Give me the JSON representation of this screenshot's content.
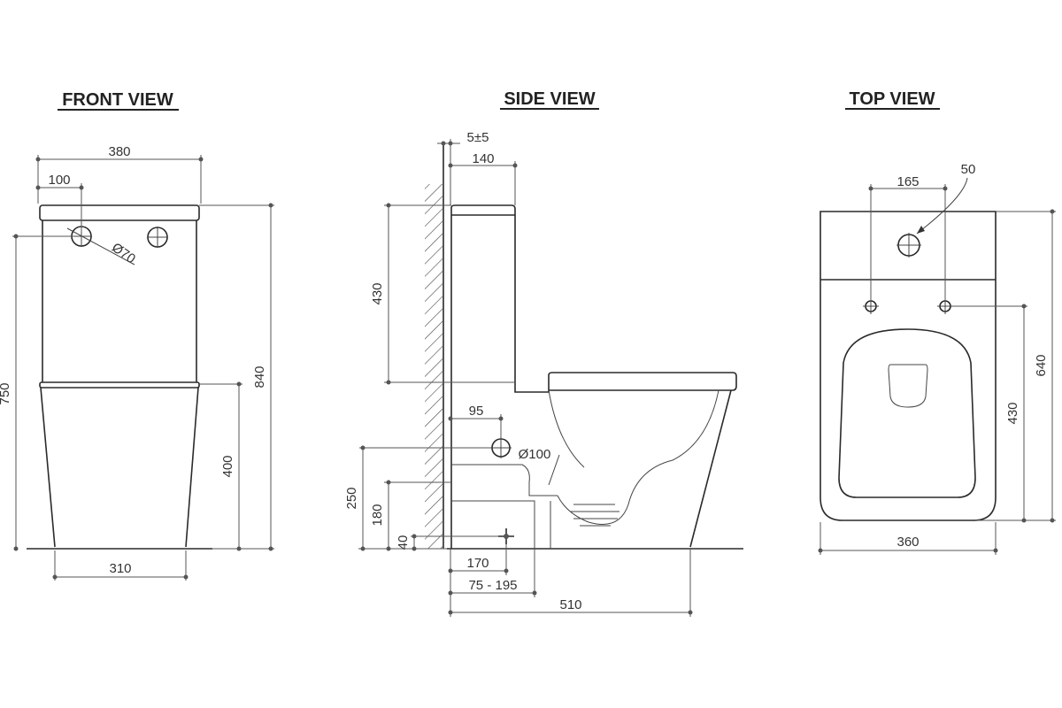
{
  "views": {
    "front": {
      "title": "FRONT VIEW",
      "dims": {
        "width_top": "380",
        "inlet_offset": "100",
        "inlet_dia": "Ø70",
        "height_inlet": "750",
        "height_total": "840",
        "height_pan": "400",
        "width_base": "310"
      }
    },
    "side": {
      "title": "SIDE VIEW",
      "dims": {
        "wall_gap": "5±5",
        "cistern_depth": "140",
        "cistern_height": "430",
        "inlet_offset": "95",
        "outlet_dia": "Ø100",
        "outlet_height_250": "250",
        "outlet_height_180": "180",
        "floor_outlet_height": "40",
        "floor_outlet_dist": "170",
        "set_out_range": "75 - 195",
        "depth_total": "510"
      }
    },
    "top": {
      "title": "TOP VIEW",
      "dims": {
        "inlet_dia": "50",
        "fixing_spacing": "165",
        "depth_total": "640",
        "depth_fixing": "430",
        "width_total": "360"
      }
    }
  }
}
